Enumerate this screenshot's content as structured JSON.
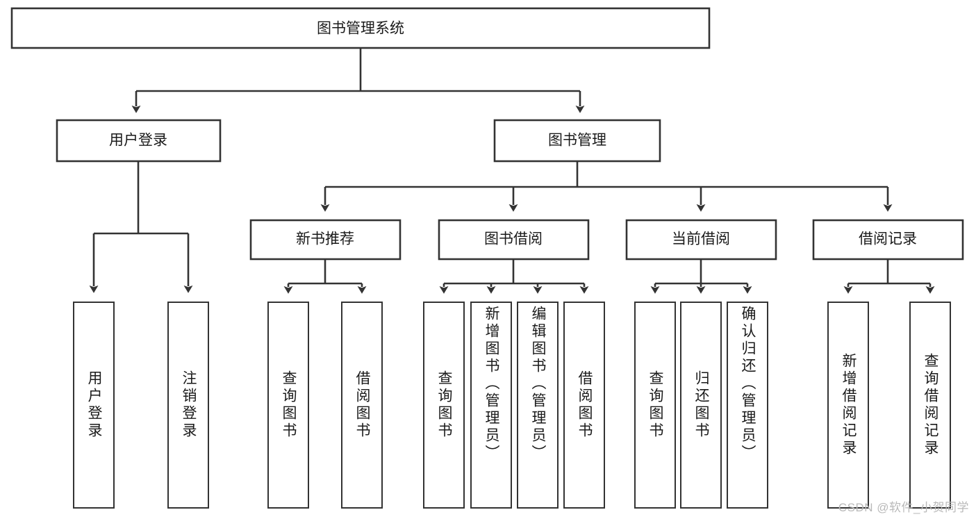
{
  "diagram": {
    "type": "hierarchy-tree",
    "title": "图书管理系统",
    "orientation": "top-down",
    "watermark": "CSDN @软件_小贺同学",
    "colors": {
      "box_stroke": "#333333",
      "box_fill": "#ffffff",
      "text": "#1a1a1a",
      "background": "#ffffff",
      "watermark": "#b9b9b9"
    },
    "root": {
      "id": "root",
      "label": "图书管理系统"
    },
    "level2": [
      {
        "id": "user-login",
        "label": "用户登录"
      },
      {
        "id": "book-management",
        "label": "图书管理"
      }
    ],
    "level3": [
      {
        "id": "new-book-recommend",
        "label": "新书推荐",
        "parent": "book-management"
      },
      {
        "id": "book-borrow",
        "label": "图书借阅",
        "parent": "book-management"
      },
      {
        "id": "current-borrow",
        "label": "当前借阅",
        "parent": "book-management"
      },
      {
        "id": "borrow-record",
        "label": "借阅记录",
        "parent": "book-management"
      }
    ],
    "leaves": [
      {
        "id": "leaf-user-login",
        "label": "用户登录",
        "parent": "user-login"
      },
      {
        "id": "leaf-logout-login",
        "label": "注销登录",
        "parent": "user-login"
      },
      {
        "id": "leaf-query-book-1",
        "label": "查询图书",
        "parent": "new-book-recommend"
      },
      {
        "id": "leaf-borrow-book-1",
        "label": "借阅图书",
        "parent": "new-book-recommend"
      },
      {
        "id": "leaf-query-book-2",
        "label": "查询图书",
        "parent": "book-borrow"
      },
      {
        "id": "leaf-add-book",
        "label": "新增图书（管理员）",
        "parent": "book-borrow"
      },
      {
        "id": "leaf-edit-book",
        "label": "编辑图书（管理员）",
        "parent": "book-borrow"
      },
      {
        "id": "leaf-borrow-book-2",
        "label": "借阅图书",
        "parent": "book-borrow"
      },
      {
        "id": "leaf-query-book-3",
        "label": "查询图书",
        "parent": "current-borrow"
      },
      {
        "id": "leaf-return-book",
        "label": "归还图书",
        "parent": "current-borrow"
      },
      {
        "id": "leaf-confirm-return",
        "label": "确认归还（管理员）",
        "parent": "current-borrow"
      },
      {
        "id": "leaf-add-record",
        "label": "新增借阅记录",
        "parent": "borrow-record"
      },
      {
        "id": "leaf-query-record",
        "label": "查询借阅记录",
        "parent": "borrow-record"
      }
    ]
  }
}
